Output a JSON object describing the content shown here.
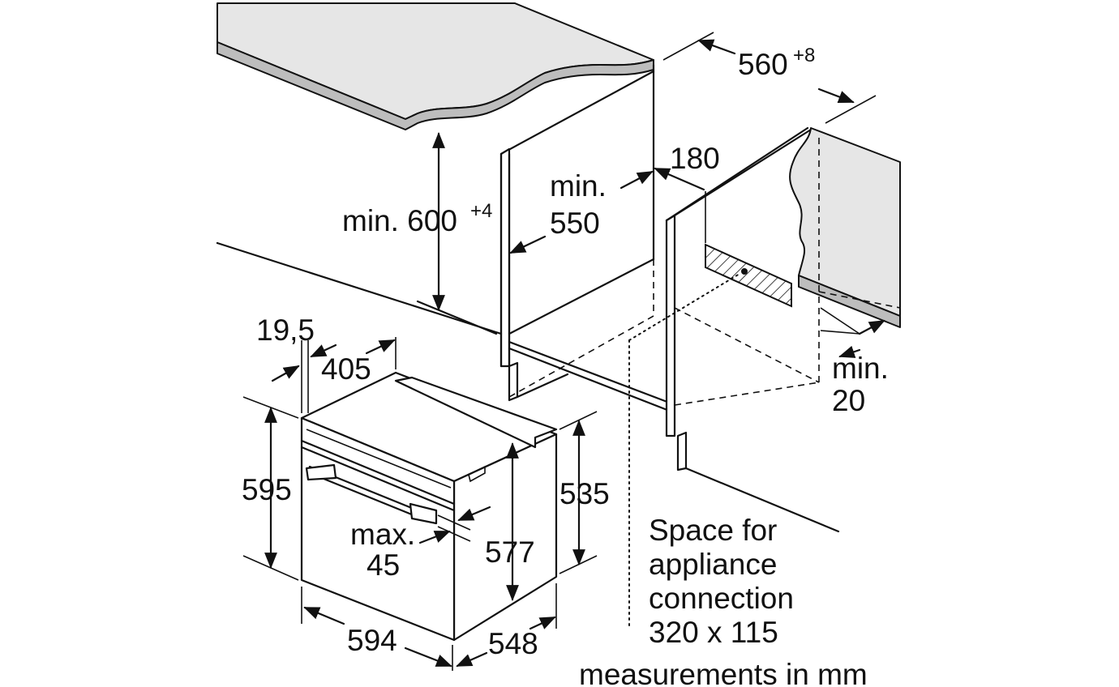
{
  "labels": {
    "height_niche": "min. 600",
    "height_niche_tol": "+4",
    "width_niche": "560",
    "width_niche_tol": "+8",
    "depth_min": "min.",
    "depth_min_val": "550",
    "vent_gap": "180",
    "side_min": "min.",
    "side_min_val": "20",
    "front_panel": "19,5",
    "depth_405": "405",
    "height_595": "595",
    "height_535": "535",
    "height_577": "577",
    "handle_max": "max.",
    "handle_max_val": "45",
    "width_594": "594",
    "depth_548": "548",
    "conn_line1": "Space for",
    "conn_line2": "appliance",
    "conn_line3": "connection",
    "conn_line4": "320 x 115",
    "footer": "measurements in mm"
  },
  "colors": {
    "line": "#111111",
    "worktop": "#e6e6e6",
    "worktop_edge": "#bdbdbd",
    "background": "#ffffff"
  }
}
